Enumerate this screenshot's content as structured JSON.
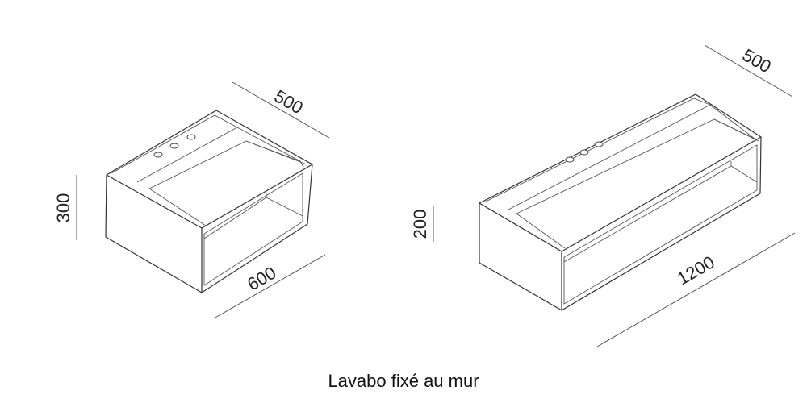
{
  "caption": "Lavabo fixé au mur",
  "small_unit": {
    "depth": "500",
    "height": "300",
    "width": "600"
  },
  "large_unit": {
    "depth": "500",
    "height": "200",
    "width": "1200"
  }
}
